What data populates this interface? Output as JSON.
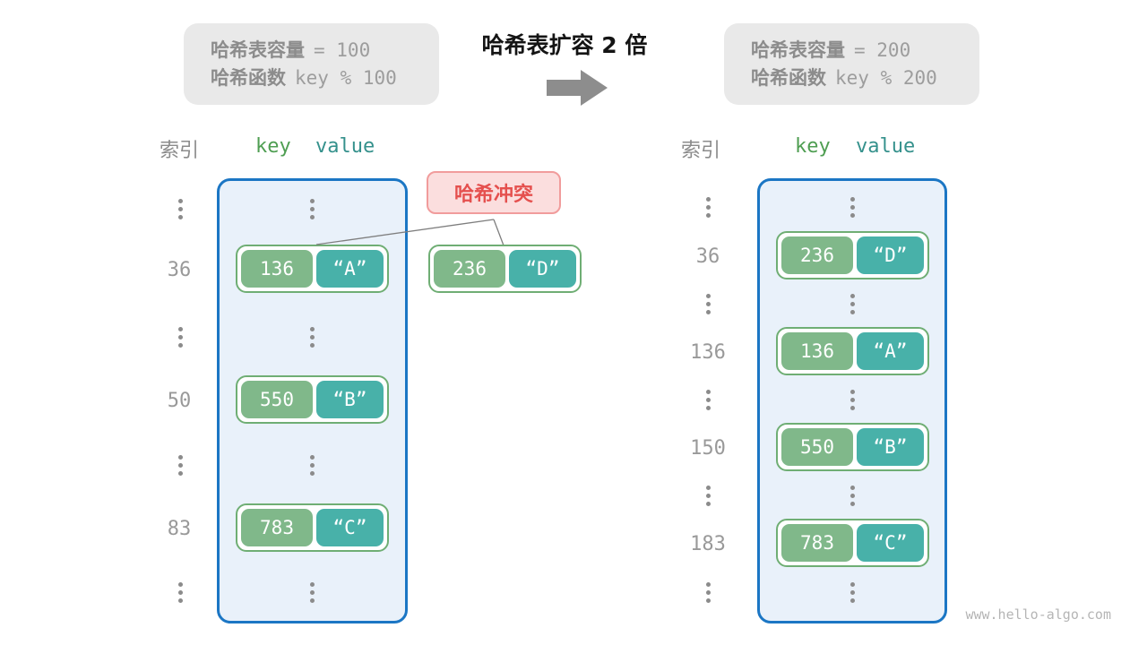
{
  "title": "哈希表扩容 2 倍",
  "info_left": {
    "lines": [
      {
        "label": "哈希表容量",
        "code": "=  100"
      },
      {
        "label": "哈希函数",
        "code": "key % 100"
      }
    ]
  },
  "info_right": {
    "lines": [
      {
        "label": "哈希表容量",
        "code": "=  200"
      },
      {
        "label": "哈希函数",
        "code": "key % 200"
      }
    ]
  },
  "columns": {
    "index": "索引",
    "key": "key",
    "value": "value"
  },
  "collision": {
    "label": "哈希冲突"
  },
  "left_table": {
    "rows": [
      {
        "index": "36",
        "key": "136",
        "value": "“A”"
      },
      {
        "index": "50",
        "key": "550",
        "value": "“B”"
      },
      {
        "index": "83",
        "key": "783",
        "value": "“C”"
      }
    ]
  },
  "external_pair": {
    "key": "236",
    "value": "“D”"
  },
  "right_table": {
    "rows": [
      {
        "index": "36",
        "key": "236",
        "value": "“D”"
      },
      {
        "index": "136",
        "key": "136",
        "value": "“A”"
      },
      {
        "index": "150",
        "key": "550",
        "value": "“B”"
      },
      {
        "index": "183",
        "key": "783",
        "value": "“C”"
      }
    ]
  },
  "watermark": "www.hello-algo.com",
  "colors": {
    "key_green": "#80b88a",
    "value_teal": "#48b1a9",
    "pair_border_green": "#6fae74",
    "bucket_border_blue": "#1b76c4",
    "bucket_fill_blue": "#e9f1fa",
    "collision_red": "#e5504e",
    "collision_fill": "#fbdede",
    "info_gray_fill": "#e9e9e9",
    "header_key_green": "#4f9e52",
    "header_value_teal": "#35918c",
    "text_gray": "#999999"
  }
}
